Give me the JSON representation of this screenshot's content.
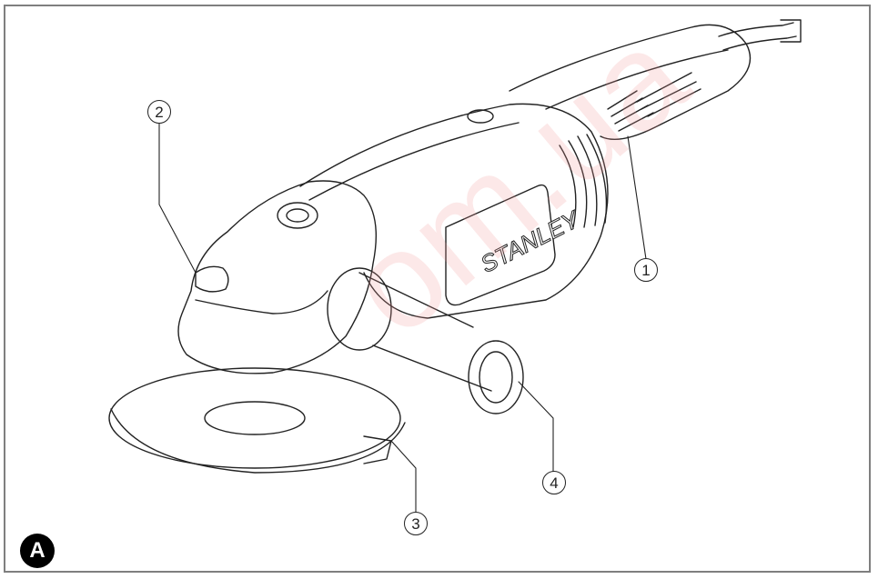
{
  "figure": {
    "label": "A",
    "brand": "STANLEY",
    "watermark": "om.ua",
    "callouts": {
      "c1": "1",
      "c2": "2",
      "c3": "3",
      "c4": "4"
    }
  },
  "colors": {
    "frame": "#7f7f7f",
    "line": "#222222",
    "badge": "#000000",
    "watermark": "#f09696"
  }
}
